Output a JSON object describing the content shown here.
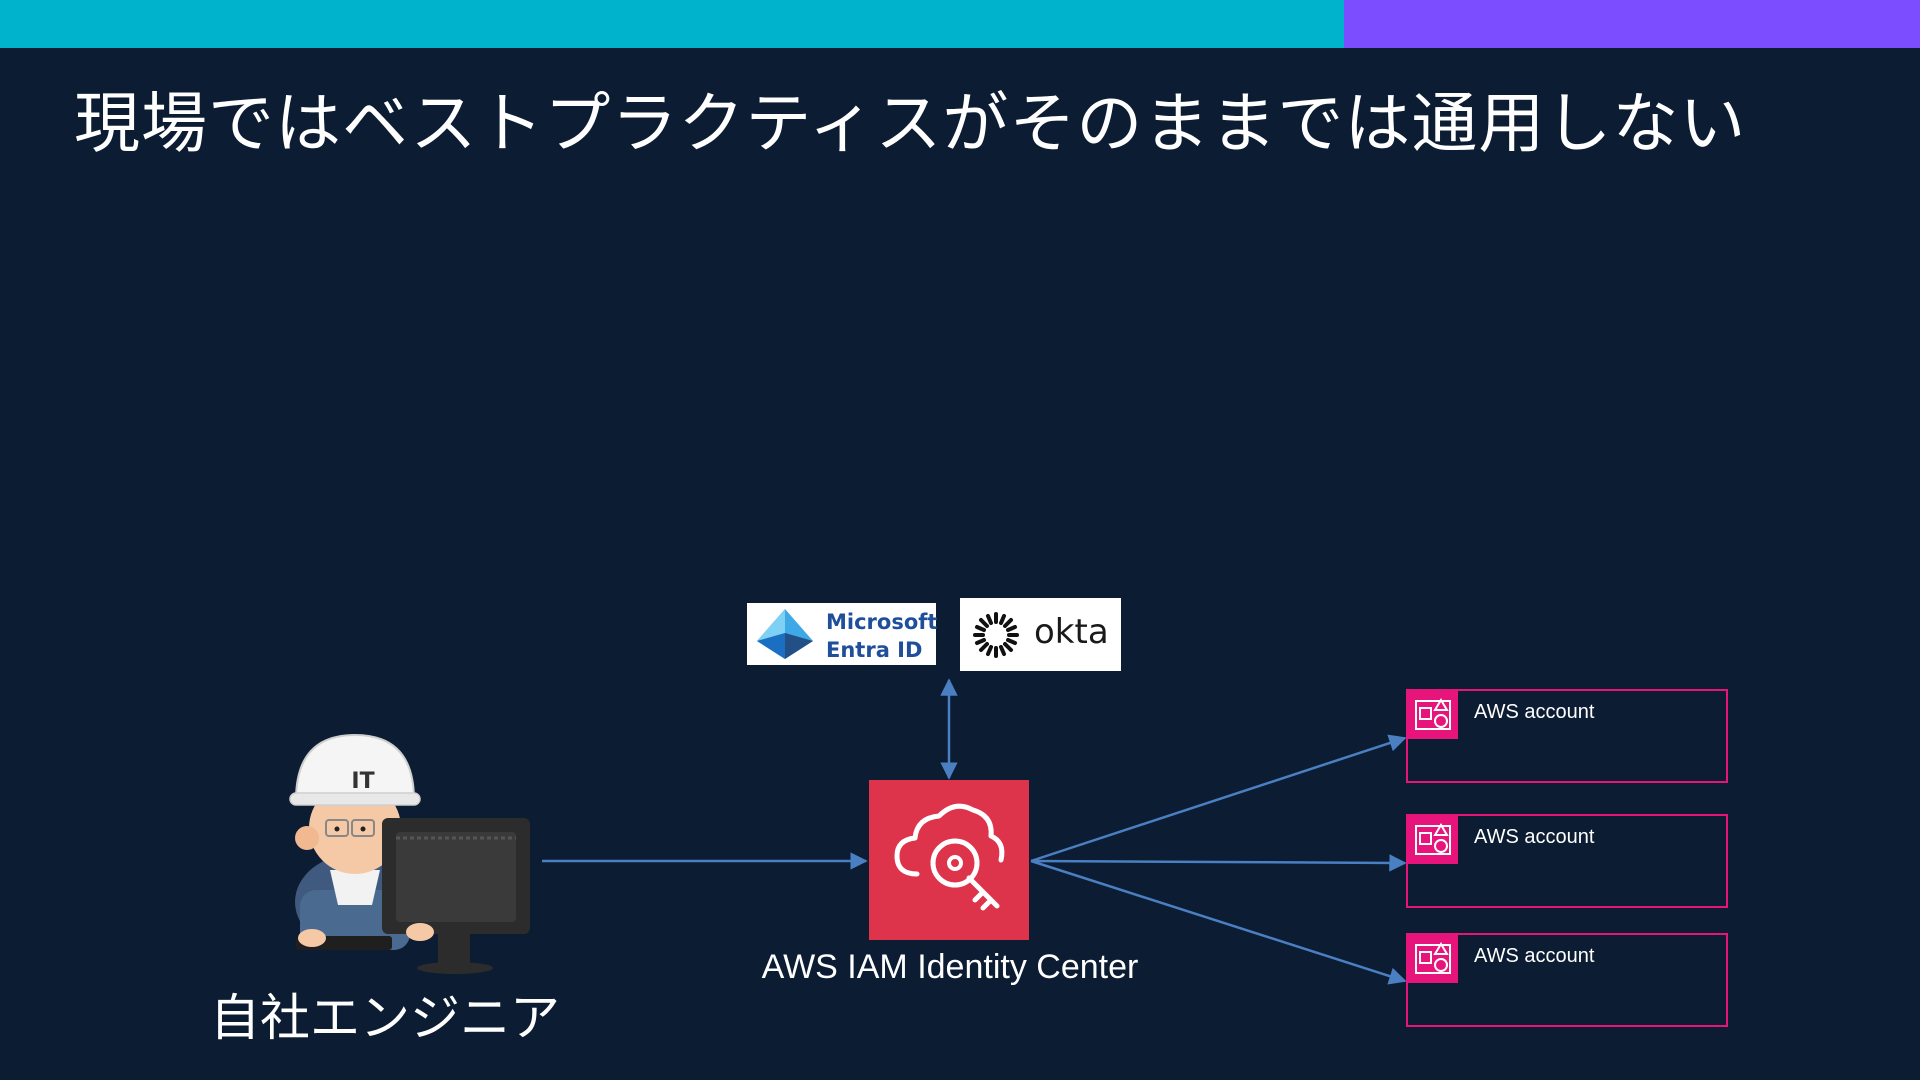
{
  "slide": {
    "title": "現場ではベストプラクティスがそのままでは通用しない",
    "colors": {
      "background": "#0b1c33",
      "accent_teal": "#00b3cc",
      "accent_purple": "#7c4dff",
      "connector": "#4a7fc1",
      "aws_red": "#dd344c",
      "aws_pink": "#e7157b"
    }
  },
  "engineer": {
    "label": "自社エンジニア",
    "icon": "engineer-at-computer-illustration",
    "helmet_text": "IT"
  },
  "idp": {
    "microsoft": {
      "lines": [
        "Microsoft",
        "Entra ID"
      ],
      "icon": "entra-id-logo"
    },
    "okta": {
      "text": "okta",
      "icon": "okta-sunburst-logo"
    }
  },
  "iam": {
    "label": "AWS IAM Identity Center",
    "icon": "cloud-key-icon"
  },
  "accounts": [
    {
      "label": "AWS account",
      "icon": "aws-account-icon"
    },
    {
      "label": "AWS account",
      "icon": "aws-account-icon"
    },
    {
      "label": "AWS account",
      "icon": "aws-account-icon"
    }
  ]
}
